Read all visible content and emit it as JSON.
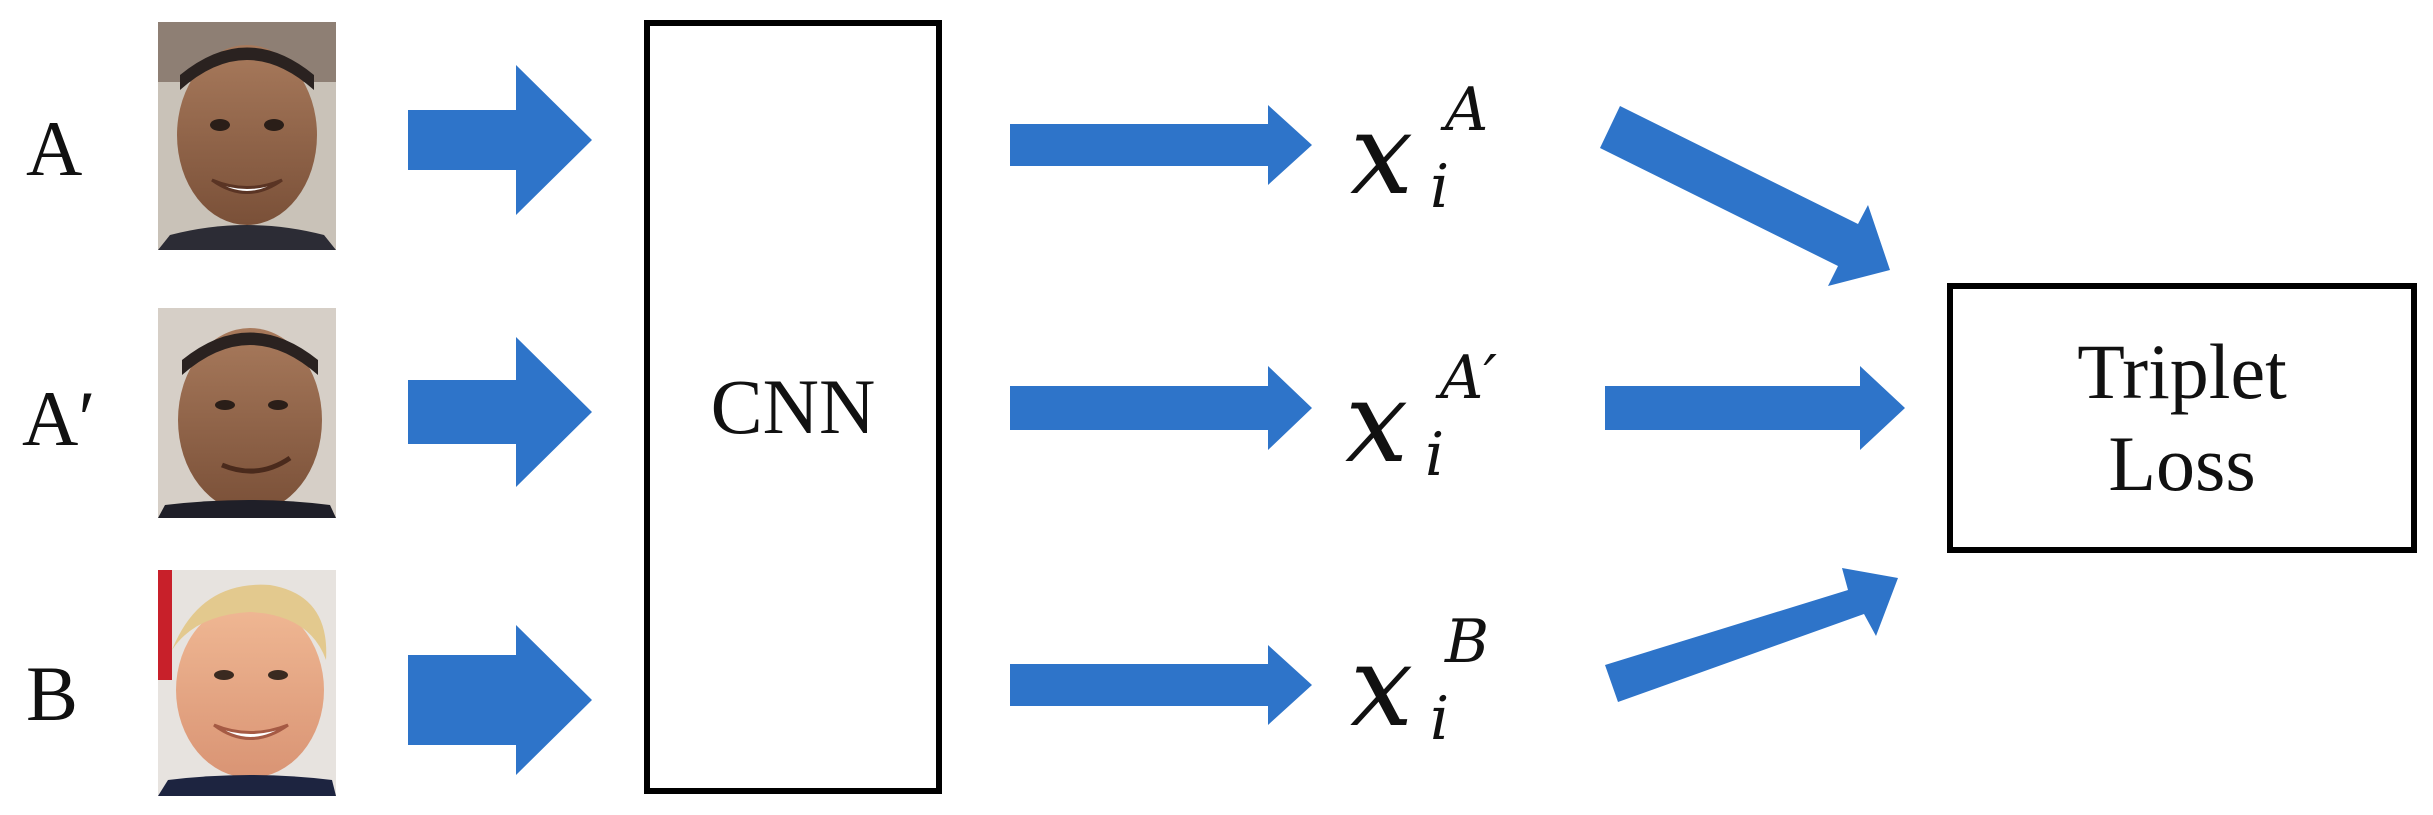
{
  "colors": {
    "arrow": "#2e74c9",
    "box_border": "#000000",
    "text": "#111111"
  },
  "inputs": [
    {
      "label": "A",
      "face": "face-photo-person-a"
    },
    {
      "label": "A′",
      "face": "face-photo-person-a-alt"
    },
    {
      "label": "B",
      "face": "face-photo-person-b"
    }
  ],
  "network": {
    "label": "CNN"
  },
  "embeddings": [
    {
      "base": "x",
      "subscript": "i",
      "superscript": "A"
    },
    {
      "base": "x",
      "subscript": "i",
      "superscript": "A′"
    },
    {
      "base": "x",
      "subscript": "i",
      "superscript": "B"
    }
  ],
  "loss": {
    "line1": "Triplet",
    "line2": "Loss"
  }
}
